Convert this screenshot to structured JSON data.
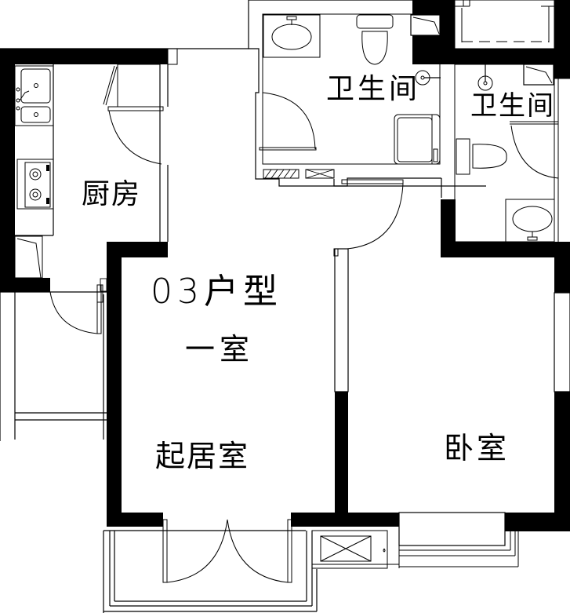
{
  "plan": {
    "unit_type": "03户型",
    "layout": "一室",
    "rooms": [
      {
        "id": "kitchen",
        "label": "厨房"
      },
      {
        "id": "bathroom-main",
        "label": "卫生间"
      },
      {
        "id": "bathroom-ensuite",
        "label": "卫生间"
      },
      {
        "id": "living-room",
        "label": "起居室"
      },
      {
        "id": "bedroom",
        "label": "卧室"
      }
    ],
    "fixtures": {
      "kitchen": [
        "double-sink-icon",
        "gas-stove-icon",
        "refrigerator-icon",
        "kitchen-door-icon"
      ],
      "bathroom-main": [
        "washbasin-icon",
        "toilet-icon",
        "shower-tray-icon",
        "floor-drain-icon",
        "bathtub-icon"
      ],
      "bathroom-ensuite": [
        "toilet-icon",
        "washbasin-icon",
        "floor-drain-icon",
        "water-heater-icon"
      ],
      "living-room": [
        "double-door-icon"
      ],
      "balconies": [
        "ac-unit-icon"
      ]
    },
    "colors": {
      "wall": "#000000",
      "line": "#000000",
      "background": "#ffffff"
    }
  }
}
